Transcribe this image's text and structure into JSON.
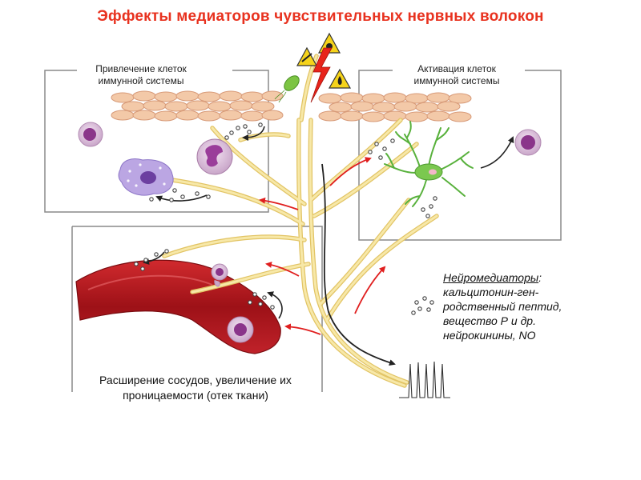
{
  "title": "Эффекты медиаторов чувствительных нервных волокон",
  "panels": {
    "recruitment": {
      "label_line1": "Привлечение клеток",
      "label_line2": "иммунной системы"
    },
    "activation": {
      "label_line1": "Активация клеток",
      "label_line2": "иммунной системы"
    },
    "vessel": {
      "caption_line1": "Расширение сосудов, увеличение их",
      "caption_line2": "проницаемости (отек ткани)"
    }
  },
  "legend": {
    "heading": "Нейромедиаторы",
    "heading_suffix": ":",
    "lines": [
      "кальцитонин-ген-",
      "родственный пептид,",
      "вещество Р и др.",
      "нейрокинины, NO"
    ]
  },
  "colors": {
    "title": "#e8321f",
    "nerve": "#f2dc8c",
    "nerve_edge": "#e2c465",
    "antidromic_arrow": "#e01e1e",
    "orthodromic_arrow": "#222222",
    "vessel": "#b3161c",
    "epithelium": "#f3c9a8",
    "immune_cell": "#9b3f9a",
    "dendritic_cell": "#58b13c",
    "warning_sign": "#f5d31a",
    "lightning": "#e8241b",
    "bacterium": "#7cc443"
  },
  "icons": [
    "warning-triangle-icon",
    "lightning-icon",
    "bacterium-icon"
  ]
}
